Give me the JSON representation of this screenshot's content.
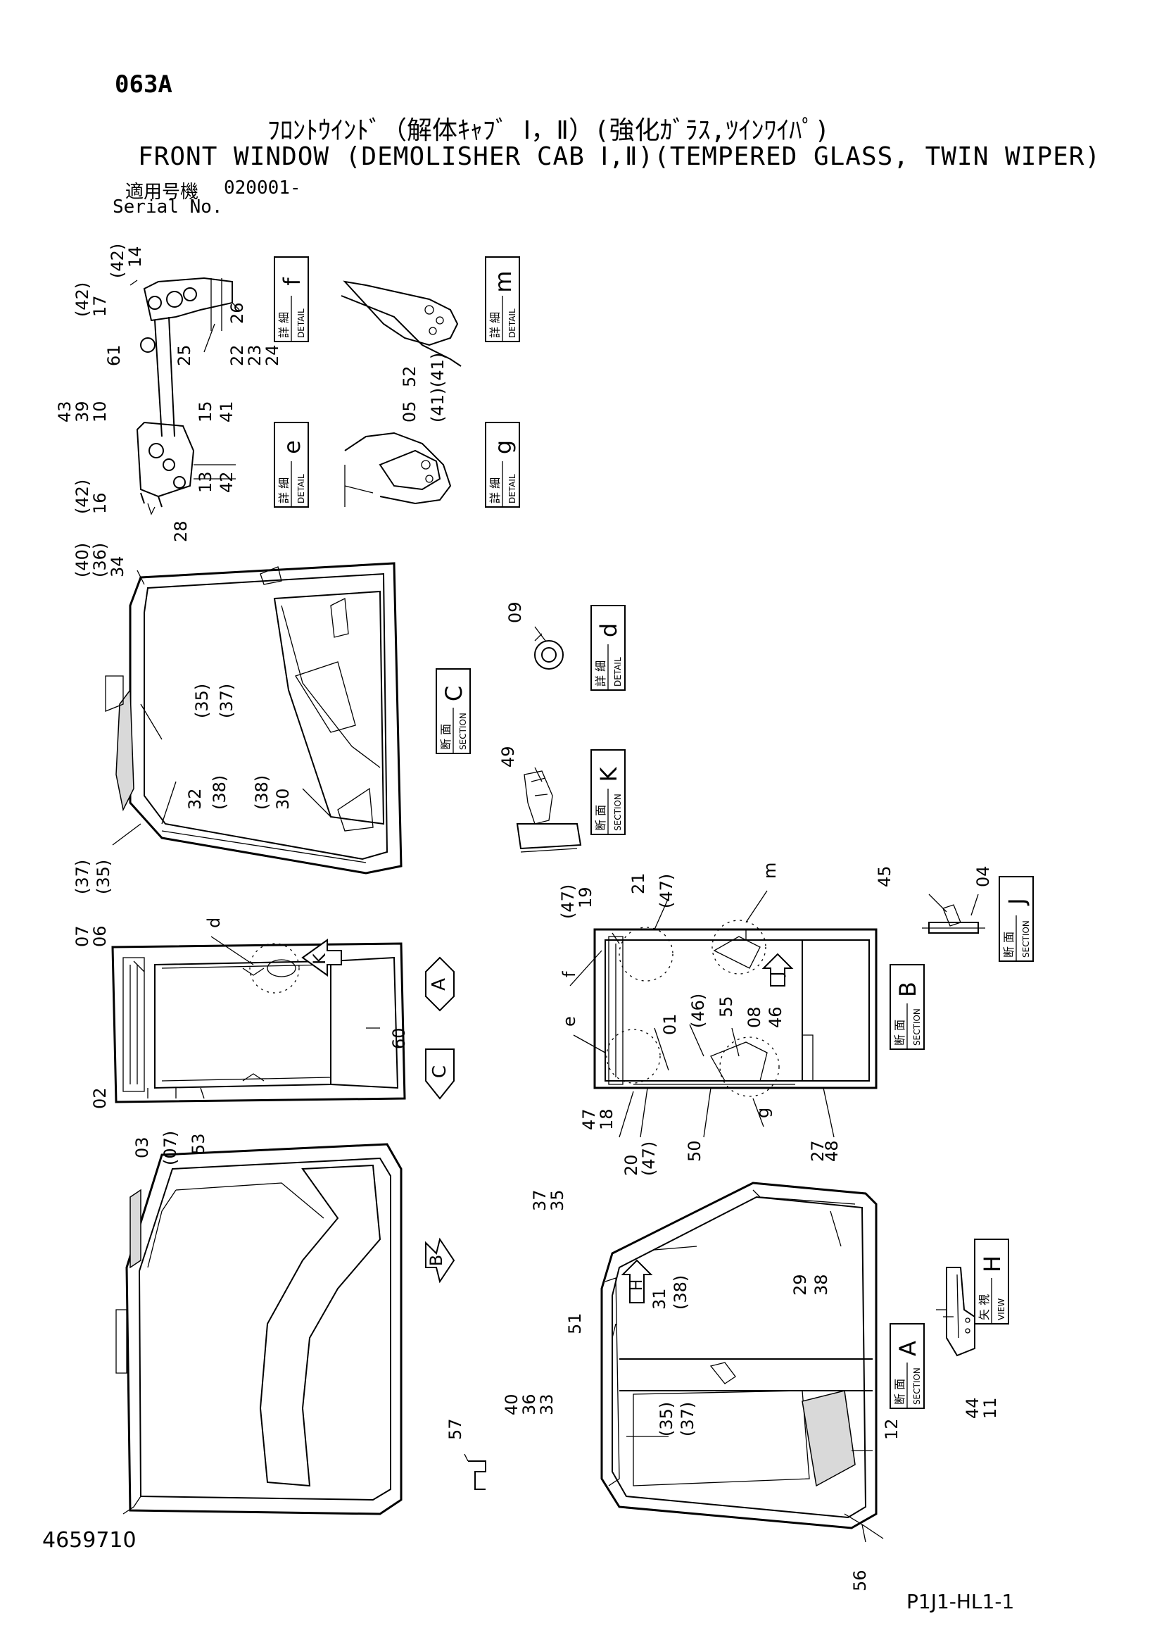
{
  "header": {
    "page_code": "063A",
    "title_jp": "ﾌﾛﾝﾄｳｲﾝﾄﾞ（解体ｷｬﾌﾞ Ⅰ，Ⅱ）(強化ｶﾞﾗｽ,ﾂｲﾝﾜｲﾊﾟ)",
    "title_en": "FRONT WINDOW (DEMOLISHER CAB Ⅰ,Ⅱ)(TEMPERED GLASS, TWIN WIPER)",
    "serial_label_jp": "適用号機",
    "serial_value": "020001-",
    "serial_label_en": "Serial No."
  },
  "footer": {
    "drawing_number": "4659710",
    "sheet_code": "P1J1-HL1-1"
  },
  "view_labels": [
    {
      "jp": "詳 細",
      "en": "DETAIL",
      "letter": "f"
    },
    {
      "jp": "詳 細",
      "en": "DETAIL",
      "letter": "m"
    },
    {
      "jp": "詳 細",
      "en": "DETAIL",
      "letter": "e"
    },
    {
      "jp": "詳 細",
      "en": "DETAIL",
      "letter": "g"
    },
    {
      "jp": "詳 細",
      "en": "DETAIL",
      "letter": "d"
    },
    {
      "jp": "断 面",
      "en": "SECTION",
      "letter": "C"
    },
    {
      "jp": "断 面",
      "en": "SECTION",
      "letter": "K"
    },
    {
      "jp": "断 面",
      "en": "SECTION",
      "letter": "J"
    },
    {
      "jp": "断 面",
      "en": "SECTION",
      "letter": "B"
    },
    {
      "jp": "断 面",
      "en": "SECTION",
      "letter": "A"
    },
    {
      "jp": "矢 視",
      "en": "VIEW",
      "letter": "H"
    }
  ],
  "view_arrows": [
    "K",
    "A",
    "C",
    "J",
    "B",
    "H"
  ],
  "detail_callouts": [
    "d",
    "f",
    "e",
    "m",
    "g"
  ],
  "part_labels": [
    "(42)",
    "17",
    "(42)",
    "14",
    "61",
    "25",
    "22",
    "23",
    "24",
    "26",
    "52",
    "(41)",
    "05",
    "(41)",
    "43",
    "39",
    "10",
    "(42)",
    "16",
    "15",
    "41",
    "13",
    "42",
    "28",
    "(40)",
    "(36)",
    "34",
    "(35)",
    "(37)",
    "32",
    "(38)",
    "(38)",
    "30",
    "(37)",
    "(35)",
    "09",
    "49",
    "(47)",
    "19",
    "21",
    "(47)",
    "45",
    "04",
    "07",
    "06",
    "(46)",
    "55",
    "08",
    "46",
    "01",
    "60",
    "02",
    "03",
    "(07)",
    "53",
    "47",
    "18",
    "20",
    "(47)",
    "50",
    "27",
    "48",
    "37",
    "35",
    "31",
    "(38)",
    "29",
    "38",
    "51",
    "40",
    "36",
    "33",
    "(35)",
    "(37)",
    "12",
    "56",
    "57",
    "44",
    "11"
  ]
}
